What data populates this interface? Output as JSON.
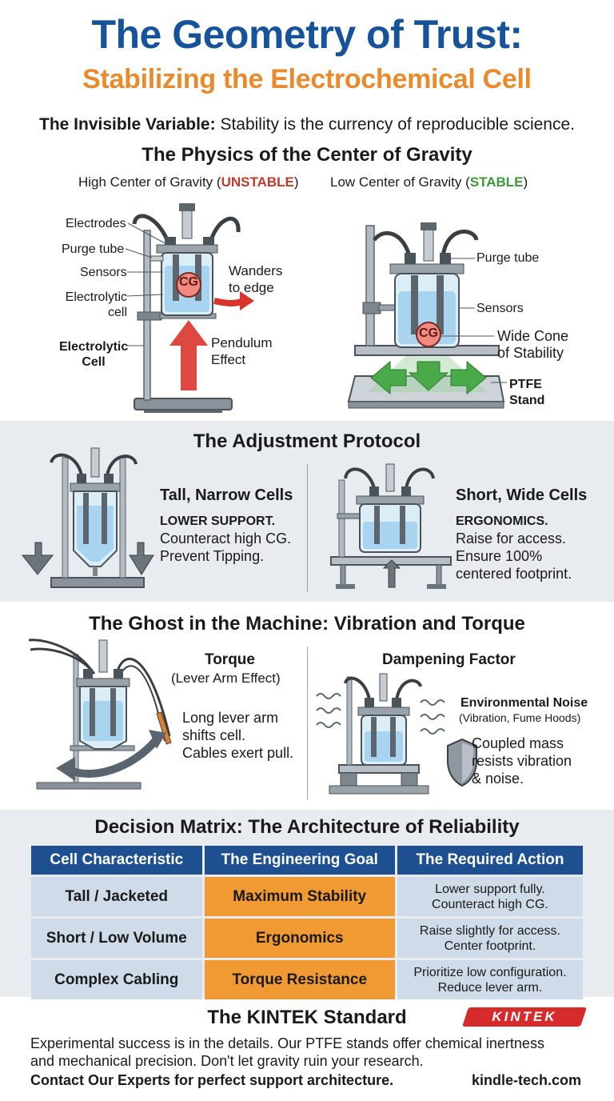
{
  "header": {
    "title": "The Geometry of Trust:",
    "subtitle": "Stabilizing the Electrochemical Cell",
    "tagline_bold": "The Invisible Variable:",
    "tagline_rest": "Stability is the currency of reproducible science."
  },
  "physics": {
    "heading": "The Physics of the Center of Gravity",
    "high_prefix": "High Center of Gravity (",
    "high_status": "UNSTABLE",
    "low_prefix": "Low Center of Gravity (",
    "low_status": "STABLE",
    "close_paren": ")",
    "cg": "CG",
    "left_labels": {
      "electrodes": "Electrodes",
      "purge_tube": "Purge tube",
      "sensors": "Sensors",
      "electrolytic_cell_1": "Electrolytic",
      "electrolytic_cell_2": "cell",
      "electrolytic_bold_1": "Electrolytic",
      "electrolytic_bold_2": "Cell",
      "wanders_1": "Wanders",
      "wanders_2": "to edge",
      "pendulum_1": "Pendulum",
      "pendulum_2": "Effect"
    },
    "right_labels": {
      "purge_tube": "Purge tube",
      "sensors": "Sensors",
      "wide_1": "Wide Cone",
      "wide_2": "of Stability",
      "ptfe_1": "PTFE",
      "ptfe_2": "Stand"
    }
  },
  "adjustment": {
    "heading": "The Adjustment Protocol",
    "tall": {
      "title": "Tall, Narrow Cells",
      "bold": "LOWER SUPPORT.",
      "line1": "Counteract high CG.",
      "line2": "Prevent Tipping."
    },
    "short": {
      "title": "Short, Wide Cells",
      "bold": "ERGONOMICS.",
      "line1": "Raise for access.",
      "line2": "Ensure 100%",
      "line3": "centered footprint."
    }
  },
  "vibration": {
    "heading": "The Ghost in the Machine: Vibration and Torque",
    "torque": {
      "title": "Torque",
      "subtitle": "(Lever Arm Effect)",
      "line1": "Long lever arm",
      "line2": "shifts cell.",
      "line3": "Cables exert pull."
    },
    "damp": {
      "title": "Dampening Factor",
      "noise_title": "Environmental Noise",
      "noise_sub": "(Vibration, Fume Hoods)",
      "line1": "Coupled mass",
      "line2": "resists vibration",
      "line3": "& noise."
    }
  },
  "matrix": {
    "heading": "Decision Matrix: The Architecture of Reliability",
    "headers": [
      "Cell Characteristic",
      "The Engineering Goal",
      "The Required Action"
    ],
    "rows": [
      {
        "characteristic": "Tall / Jacketed",
        "goal": "Maximum Stability",
        "action1": "Lower support fully.",
        "action2": "Counteract high CG."
      },
      {
        "characteristic": "Short / Low Volume",
        "goal": "Ergonomics",
        "action1": "Raise slightly for access.",
        "action2": "Center footprint."
      },
      {
        "characteristic": "Complex Cabling",
        "goal": "Torque Resistance",
        "action1": "Prioritize low configuration.",
        "action2": "Reduce lever arm."
      }
    ]
  },
  "footer": {
    "heading": "The KINTEK Standard",
    "logo": "KINTEK",
    "text1": "Experimental success is in the details. Our PTFE stands offer chemical inertness",
    "text2": "and mechanical precision. Don't let gravity ruin your research.",
    "contact": "Contact Our Experts for perfect support architecture.",
    "url": "kindle-tech.com"
  },
  "colors": {
    "blue": "#17539a",
    "orange": "#e98b2c",
    "red": "#c0392b",
    "green": "#3a9a3a",
    "band": "#e8ebef"
  }
}
